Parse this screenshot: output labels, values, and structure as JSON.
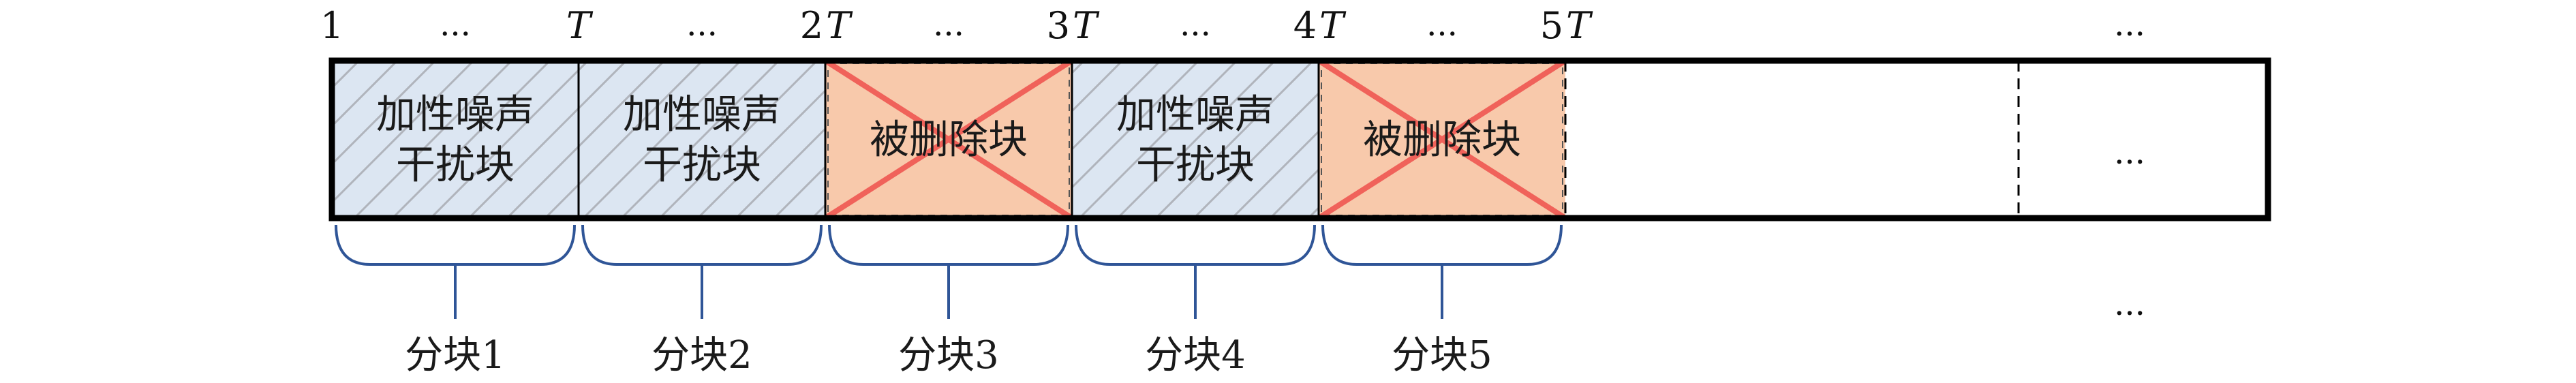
{
  "top_ticks": [
    {
      "prefix": "1",
      "var": ""
    },
    {
      "prefix": "",
      "var": "T"
    },
    {
      "prefix": "2",
      "var": "T"
    },
    {
      "prefix": "3",
      "var": "T"
    },
    {
      "prefix": "4",
      "var": "T"
    },
    {
      "prefix": "5",
      "var": "T"
    }
  ],
  "ellipsis": "...",
  "blocks": [
    {
      "type": "noise",
      "lines": [
        "加性噪声",
        "干扰块"
      ],
      "border": "solid"
    },
    {
      "type": "noise",
      "lines": [
        "加性噪声",
        "干扰块"
      ],
      "border": "solid"
    },
    {
      "type": "deleted",
      "lines": [
        "被删除块"
      ],
      "border": "dashed"
    },
    {
      "type": "noise",
      "lines": [
        "加性噪声",
        "干扰块"
      ],
      "border": "solid"
    },
    {
      "type": "deleted",
      "lines": [
        "被删除块"
      ],
      "border": "dashed"
    }
  ],
  "groups": [
    "分块1",
    "分块2",
    "分块3",
    "分块4",
    "分块5"
  ],
  "colors": {
    "noise_fill": "#dce6f2",
    "hatch": "#b0b4bc",
    "deleted_fill": "#f8c9ab",
    "cross": "#f0625a",
    "brace": "#2f5597",
    "outline": "#000000"
  }
}
